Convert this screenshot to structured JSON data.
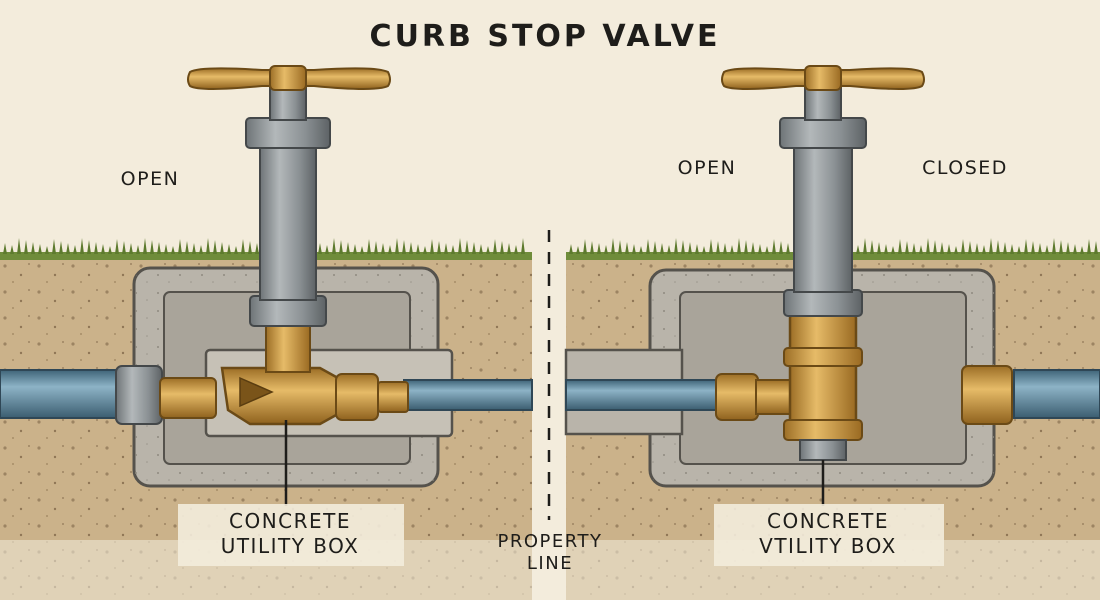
{
  "title": "CURB STOP VALVE",
  "left_panel": {
    "state_label": "OPEN",
    "box_label_line1": "CONCRETE",
    "box_label_line2": "UTILITY BOX"
  },
  "right_panel": {
    "state_label_open": "OPEN",
    "state_label_closed": "CLOSED",
    "box_label_line1": "CONCRETE",
    "box_label_line2": "VTILITY BOX"
  },
  "center": {
    "divider_label_line1": "PROPERTY",
    "divider_label_line2": "LINE"
  },
  "colors": {
    "background": "#f3ecdc",
    "soil": "#cbb28a",
    "grass": "#6f8c3a",
    "concrete": "#b9b4aa",
    "brass": "#c8963e",
    "pipe": "#5f88a0",
    "steel": "#8a8f92"
  }
}
